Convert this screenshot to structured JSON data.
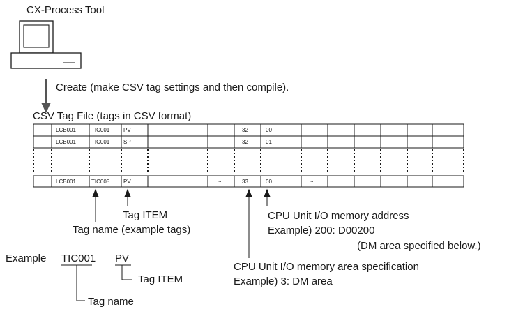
{
  "tool_label": "CX-Process Tool",
  "create_label": "Create (make CSV tag settings and then compile).",
  "file_title": "CSV Tag File (tags in CSV format)",
  "table": {
    "rows": [
      {
        "lcb": "LCB001",
        "tag": "TIC001",
        "item": "PV",
        "ellipsis1": "...",
        "area": "32",
        "addr": "00",
        "ellipsis2": "..."
      },
      {
        "lcb": "LCB001",
        "tag": "TIC001",
        "item": "SP",
        "ellipsis1": "...",
        "area": "32",
        "addr": "01",
        "ellipsis2": "..."
      },
      {
        "lcb": "LCB001",
        "tag": "TIC005",
        "item": "PV",
        "ellipsis1": "...",
        "area": "33",
        "addr": "00",
        "ellipsis2": "..."
      }
    ]
  },
  "annotations": {
    "tag_item": "Tag ITEM",
    "tag_name_example": "Tag name (example tags)",
    "cpu_address_title": "CPU Unit I/O memory address",
    "cpu_address_example": "Example) 200: D00200",
    "dm_note": "(DM area specified below.)",
    "cpu_area_title": "CPU Unit I/O memory area specification",
    "cpu_area_example": "Example) 3: DM area"
  },
  "example": {
    "prefix": "Example",
    "tag": "TIC001",
    "item": "PV",
    "item_label": "Tag ITEM",
    "name_label": "Tag name"
  }
}
